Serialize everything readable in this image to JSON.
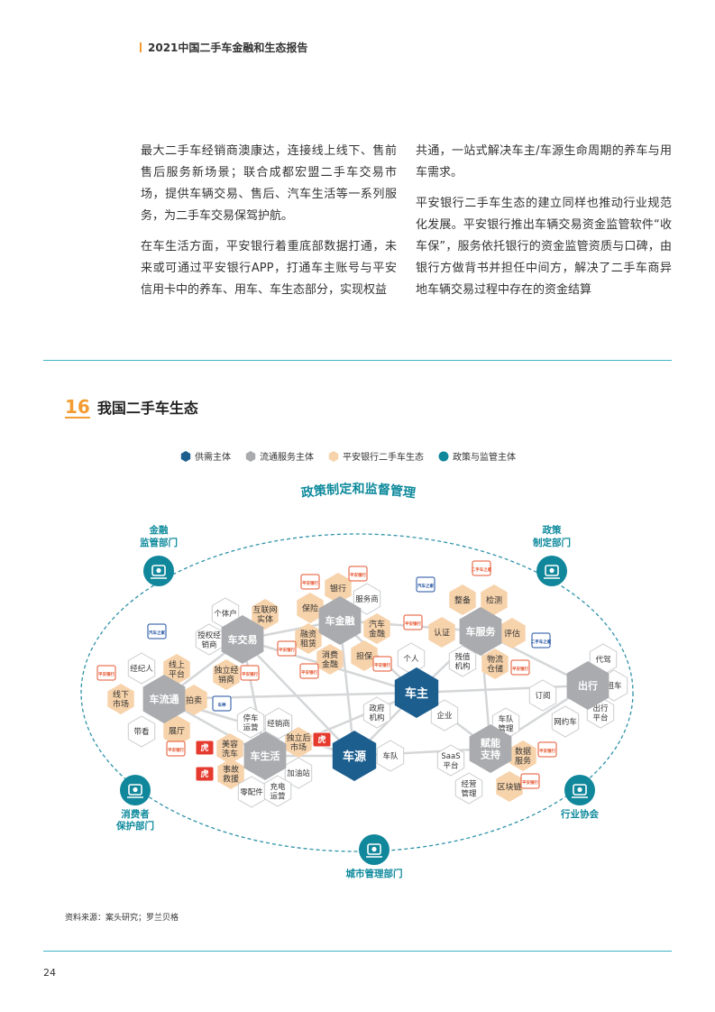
{
  "header": {
    "title": "2021中国二手车金融和生态报告"
  },
  "body": {
    "left_paragraphs": [
      "最大二手车经销商澳康达，连接线上线下、售前售后服务新场景；联合成都宏盟二手车交易市场，提供车辆交易、售后、汽车生活等一系列服务，为二手车交易保驾护航。",
      "在车生活方面，平安银行着重底部数据打通，未来或可通过平安银行APP，打通车主账号与平安信用卡中的养车、用车、车生态部分，实现权益"
    ],
    "right_paragraphs": [
      "共通，一站式解决车主/车源生命周期的养车与用车需求。",
      "平安银行二手车生态的建立同样也推动行业规范化发展。平安银行推出车辆交易资金监管软件“收车保”，服务依托银行的资金监管资质与口碑，由银行方做背书并担任中间方，解决了二手车商异地车辆交易过程中存在的资金结算"
    ]
  },
  "figure": {
    "number": "16",
    "title": "我国二手车生态",
    "legend": [
      {
        "label": "供需主体",
        "color": "#1c5f8f",
        "shape": "hex"
      },
      {
        "label": "流通服务主体",
        "color": "#a9abae",
        "shape": "hex"
      },
      {
        "label": "平安银行二手车生态",
        "color": "#f7d3ab",
        "shape": "hex"
      },
      {
        "label": "政策与监管主体",
        "color": "#11879b",
        "shape": "circle"
      }
    ],
    "arc_title": "政策制定和监督管理",
    "authorities": [
      {
        "l1": "金融",
        "l2": "监管部门",
        "icon": "finance-icon"
      },
      {
        "l1": "政策",
        "l2": "制定部门",
        "icon": "policy-icon"
      },
      {
        "l1": "消费者",
        "l2": "保护部门",
        "icon": "consumer-icon"
      },
      {
        "l1": "行业协会",
        "l2": "",
        "icon": "association-icon"
      },
      {
        "l1": "城市管理部门",
        "l2": "",
        "icon": "city-icon"
      }
    ],
    "center": {
      "owner": "车主",
      "source": "车源"
    },
    "hubs": [
      "车交易",
      "车金融",
      "车服务",
      "车流通",
      "车生活",
      "赋能支持",
      "出行"
    ],
    "peach": [
      "互联网实体",
      "银行",
      "保险",
      "汽车金融",
      "融资租赁",
      "消费金融",
      "担保",
      "整备",
      "检测",
      "认证",
      "评估",
      "物流仓储",
      "线上平台",
      "独立经销商",
      "拍卖",
      "线下市场",
      "展厅",
      "美容洗车",
      "事故救援",
      "独立后市场",
      "数据服务",
      "区块链"
    ],
    "gray": [
      "个体户",
      "服务商",
      "授权经销商",
      "经纪人",
      "带看",
      "个人",
      "残值机构",
      "代驾",
      "租车",
      "订阅",
      "网约车",
      "出行平台",
      "企业",
      "车队管理",
      "政府机构",
      "停车运营",
      "经销商",
      "加油站",
      "零配件",
      "充电运营",
      "车队",
      "SaaS平台",
      "经营管理"
    ],
    "logo_labels": {
      "ping_an": "平安银行",
      "car_home": "汽车之家",
      "che168": "二手车之家",
      "cheshen": "车神",
      "tiger": "虎"
    }
  },
  "source": "资料来源：案头研究；罗兰贝格",
  "page_number": "24"
}
